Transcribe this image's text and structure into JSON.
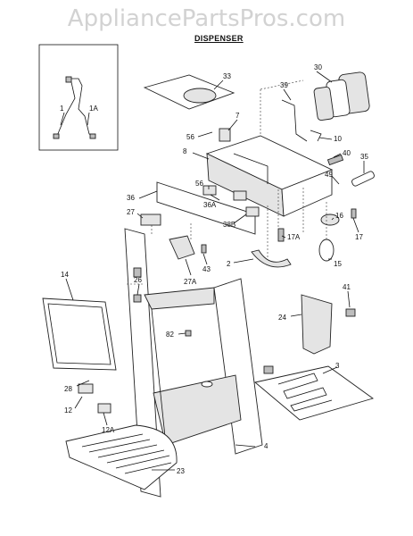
{
  "watermark": "AppliancePartsPros.com",
  "section_title": "DISPENSER",
  "callouts": [
    "1",
    "1A",
    "33",
    "30",
    "39",
    "7",
    "56",
    "10",
    "40",
    "35",
    "8",
    "49",
    "36",
    "56",
    "36A",
    "16",
    "27",
    "38B",
    "17A",
    "17",
    "43",
    "15",
    "2",
    "14",
    "26",
    "27A",
    "41",
    "24",
    "82",
    "3",
    "28",
    "4",
    "12",
    "12A",
    "23"
  ]
}
